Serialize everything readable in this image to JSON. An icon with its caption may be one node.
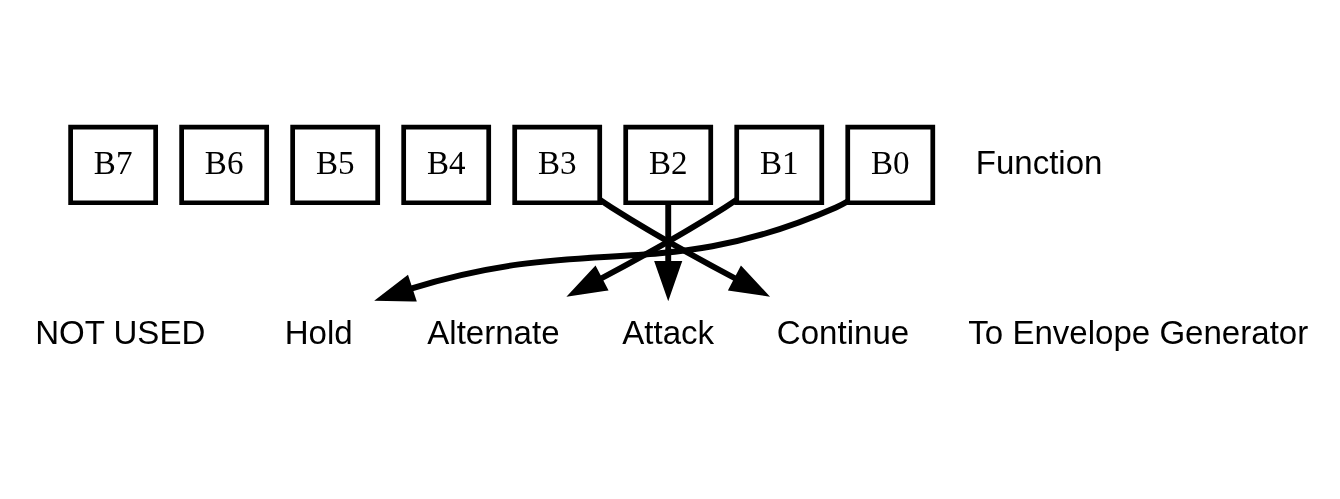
{
  "diagram": {
    "nodes": [
      {
        "text": [
          "B7"
        ]
      },
      {
        "text": [
          "B6"
        ]
      },
      {
        "text": [
          "B5"
        ]
      },
      {
        "text": [
          "B4"
        ]
      },
      {
        "text": [
          "B3"
        ]
      },
      {
        "text": [
          "B2"
        ]
      },
      {
        "text": [
          "B1"
        ]
      },
      {
        "text": [
          "B0"
        ]
      },
      {
        "text": [
          "Hold"
        ]
      },
      {
        "text": [
          "Alternate"
        ]
      },
      {
        "text": [
          "Attack"
        ]
      },
      {
        "text": [
          "Continue"
        ]
      }
    ],
    "edges": [
      {
        "from": 7,
        "to": 8,
        "arrow": "to"
      },
      {
        "from": 6,
        "to": 9,
        "arrow": "to"
      },
      {
        "from": 5,
        "to": 10,
        "arrow": "to"
      },
      {
        "from": 4,
        "to": 11,
        "arrow": "to"
      }
    ],
    "labels": [
      "Function",
      "NOT USED",
      "To Envelope Generator"
    ]
  }
}
